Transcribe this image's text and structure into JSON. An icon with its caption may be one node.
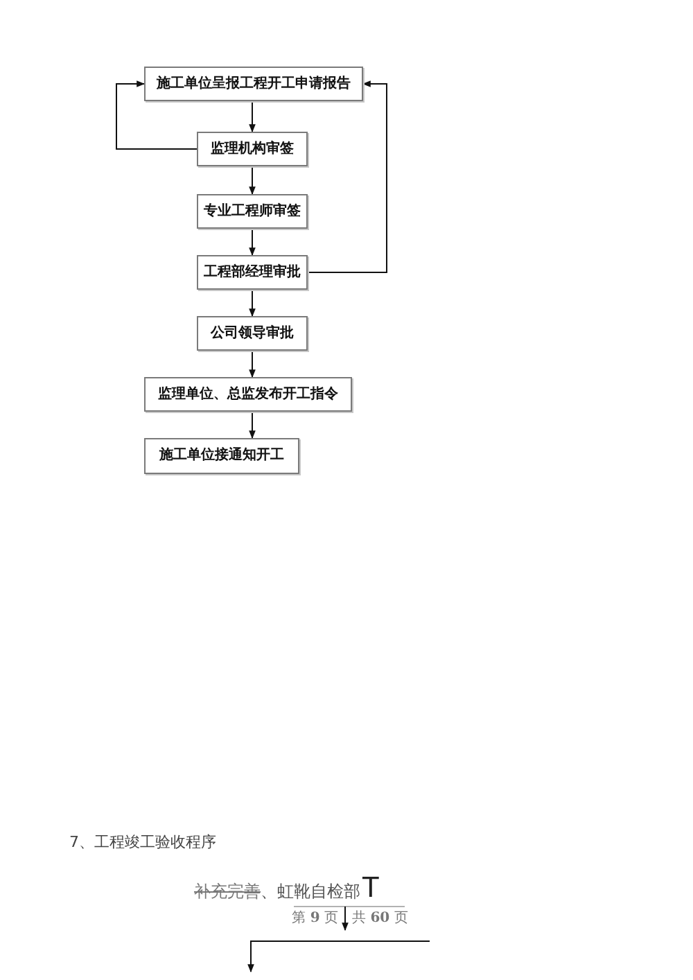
{
  "diagram": {
    "nodes": [
      {
        "text": [
          "施工单位呈报工程开工申请报告"
        ]
      },
      {
        "text": [
          "监理机构审签"
        ]
      },
      {
        "text": [
          "专业工程师审签"
        ]
      },
      {
        "text": [
          "工程部经理审批"
        ]
      },
      {
        "text": [
          "公司领导审批"
        ]
      },
      {
        "text": [
          "监理单位、总监发布开工指令"
        ]
      },
      {
        "text": [
          "施工单位接通知开工"
        ]
      }
    ],
    "edges": [
      {
        "from": 0,
        "to": 1,
        "arrow": "to"
      },
      {
        "from": 1,
        "to": 2,
        "arrow": "to"
      },
      {
        "from": 2,
        "to": 3,
        "arrow": "to"
      },
      {
        "from": 3,
        "to": 4,
        "arrow": "to"
      },
      {
        "from": 4,
        "to": 5,
        "arrow": "to"
      },
      {
        "from": 5,
        "to": 6,
        "arrow": "to"
      },
      {
        "from": 1,
        "to": 0,
        "arrow": "to"
      },
      {
        "from": 3,
        "to": 0,
        "arrow": "to"
      }
    ],
    "labels": [
      "7、工程竣工验收程序",
      "补充完善",
      "、虹靴自检部",
      "T",
      "第 **9** 页",
      "共 **60** 页"
    ]
  }
}
